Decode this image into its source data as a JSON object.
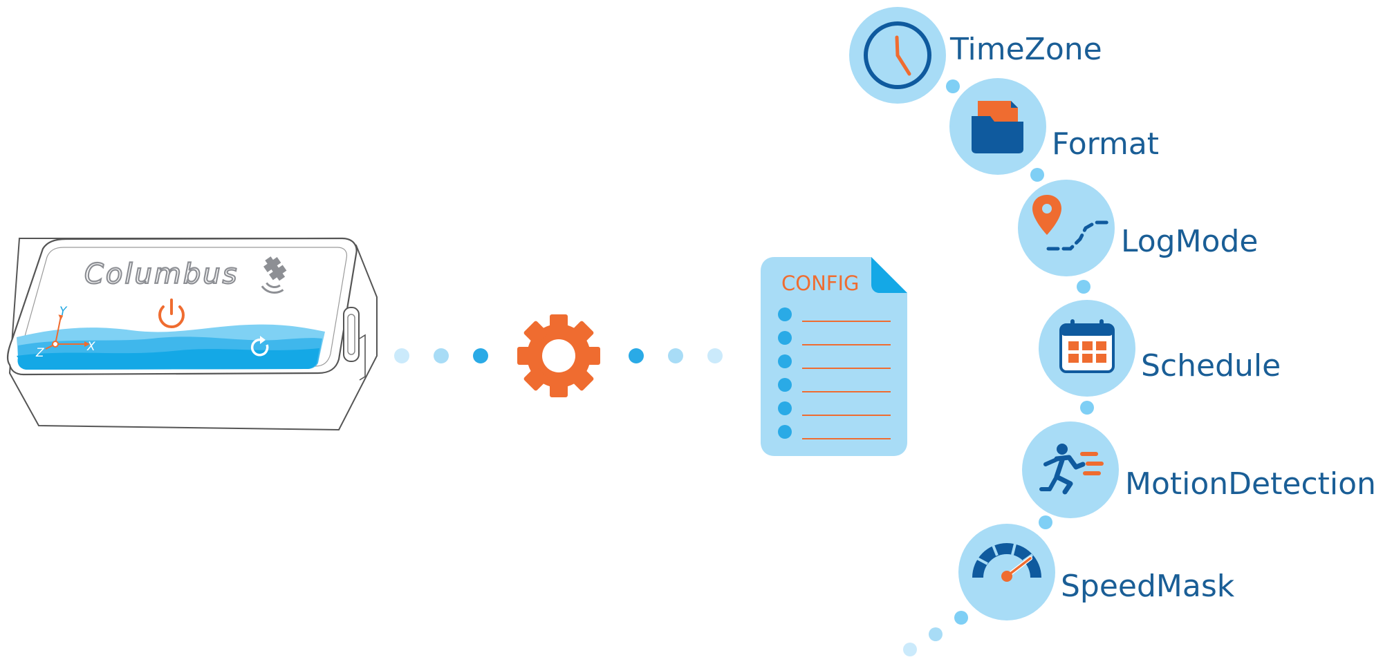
{
  "device": {
    "brand": "Columbus",
    "axis_labels": {
      "y": "Y",
      "x": "X",
      "z": "Z"
    }
  },
  "config_doc": {
    "title": "CONFIG",
    "line_count": 6
  },
  "settings": [
    {
      "label": "TimeZone",
      "icon": "clock-icon"
    },
    {
      "label": "Format",
      "icon": "folder-icon"
    },
    {
      "label": "LogMode",
      "icon": "map-pin-route-icon"
    },
    {
      "label": "Schedule",
      "icon": "calendar-icon"
    },
    {
      "label": "MotionDetection",
      "icon": "running-person-icon"
    },
    {
      "label": "SpeedMask",
      "icon": "speedometer-icon"
    }
  ],
  "colors": {
    "accent_orange": "#ef6c30",
    "circle_light": "#a8dcf6",
    "dot_blue": "#7fcff5",
    "dot_blue_strong": "#2aaae6",
    "label_blue": "#1a5e96",
    "icon_dark_blue": "#0f5a9e",
    "water_blue": "#14a8e6"
  }
}
